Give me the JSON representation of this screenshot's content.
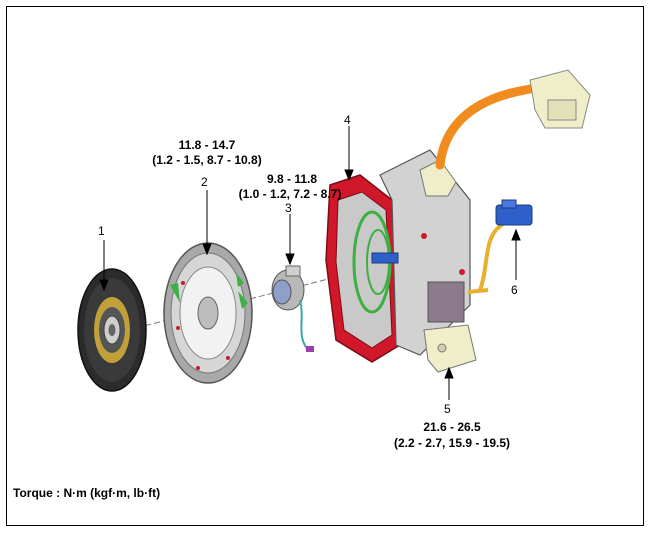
{
  "callouts": {
    "c1": {
      "number": "1"
    },
    "c2": {
      "number": "2",
      "torque_nm": "11.8 - 14.7",
      "torque_alt": "(1.2 - 1.5, 8.7 - 10.8)"
    },
    "c3": {
      "number": "3",
      "torque_nm": "9.8 - 11.8",
      "torque_alt": "(1.0 - 1.2, 7.2 - 8.7)"
    },
    "c4": {
      "number": "4"
    },
    "c5": {
      "number": "5",
      "torque_nm": "21.6 - 26.5",
      "torque_alt": "(2.2 - 2.7, 15.9 - 19.5)"
    },
    "c6": {
      "number": "6"
    }
  },
  "legend": {
    "torque_units": "Torque : N·m (kgf·m, lb·ft)"
  },
  "colors": {
    "housing_red": "#d0182a",
    "housing_green": "#3cb043",
    "hose_orange": "#f08c1e",
    "hose_yellow": "#e8b030",
    "reservoir_blue": "#2f5fc8",
    "metal_gray": "#b8b8b8",
    "cream": "#efeec8"
  }
}
